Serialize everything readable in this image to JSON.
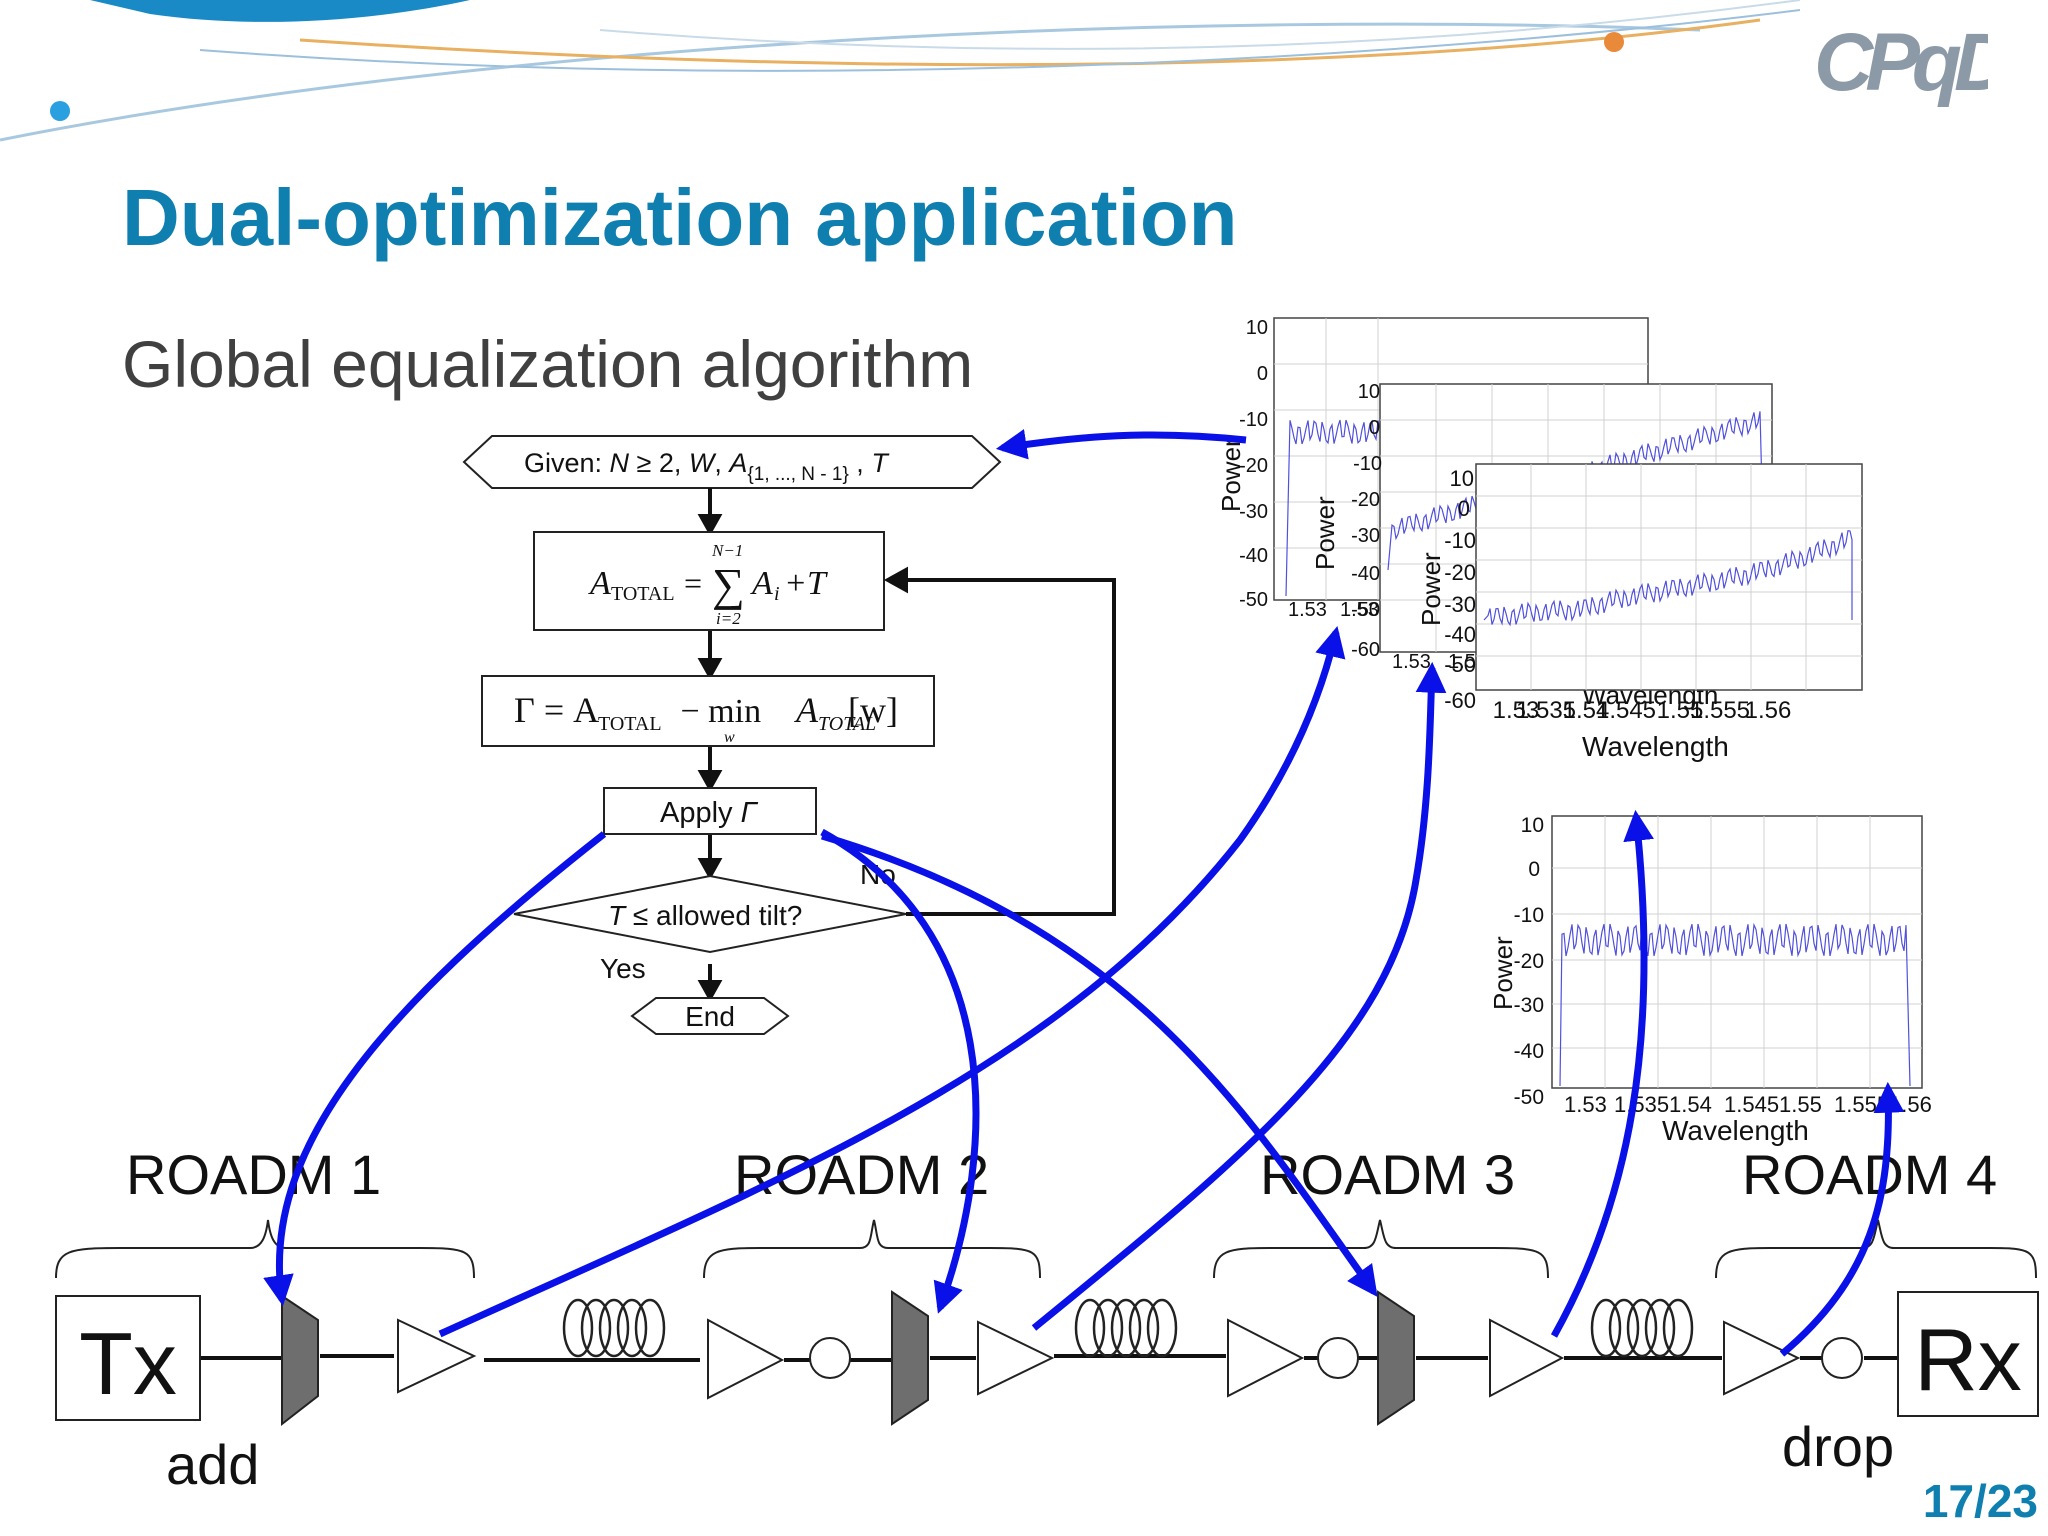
{
  "slide": {
    "title": "Dual-optimization application",
    "subtitle": "Global equalization algorithm",
    "page_number": "17/23",
    "accent_color": "#0f7fb0",
    "arrow_color": "#0a10e8",
    "logo": "CPqD"
  },
  "flowchart": {
    "given": {
      "prefix": "Given: ",
      "n": "N",
      "ge2": " ≥ 2,  ",
      "w": "W",
      "comma": ",  ",
      "a": "A",
      "sub": "{1, ..., N - 1}",
      "t_prefix": " , ",
      "t": "T"
    },
    "sum": {
      "lhs": "A",
      "lhs_sub": "TOTAL",
      "eq": "=",
      "sigma": "∑",
      "upper": "N−1",
      "lower": "i=2",
      "term": "A",
      "term_sub": "i",
      "plus_t": "+T"
    },
    "gamma": {
      "lhs": "Γ = A",
      "lhs_sub": "TOTAL",
      "minus": " − min ",
      "a": "A",
      "a_sub": "TOTAL",
      "bracket": "[w]",
      "under": "w"
    },
    "apply": {
      "prefix": "Apply ",
      "symbol": "Γ"
    },
    "decision": {
      "t": "T",
      "rest": " ≤ allowed tilt?"
    },
    "no_label": "No",
    "yes_label": "Yes",
    "end_label": "End"
  },
  "network": {
    "roadm_labels": [
      "ROADM  1",
      "ROADM  2",
      "ROADM  3",
      "ROADM  4"
    ],
    "tx": "Tx",
    "rx": "Rx",
    "add": "add",
    "drop": "drop"
  },
  "spectra": {
    "xlabel": "Wavelength",
    "ylabel": "Power",
    "yticks": [
      "10",
      "0",
      "-10",
      "-20",
      "-30",
      "-40",
      "-50"
    ],
    "yticks_b": [
      "10",
      "0",
      "-10",
      "-20",
      "-30",
      "-40",
      "-50",
      "-60"
    ],
    "xticks": [
      "1.53",
      "1.535",
      "1.54",
      "1.545",
      "1.55",
      "1.555",
      "1.56"
    ],
    "xticks_compact": [
      "1.53",
      "1.5351.54",
      "1.5451.55",
      "1.5551.56"
    ],
    "xticks_partial_a": [
      "1.53",
      "1.53"
    ],
    "xticks_partial_b": [
      "1.53",
      "1.5"
    ]
  }
}
